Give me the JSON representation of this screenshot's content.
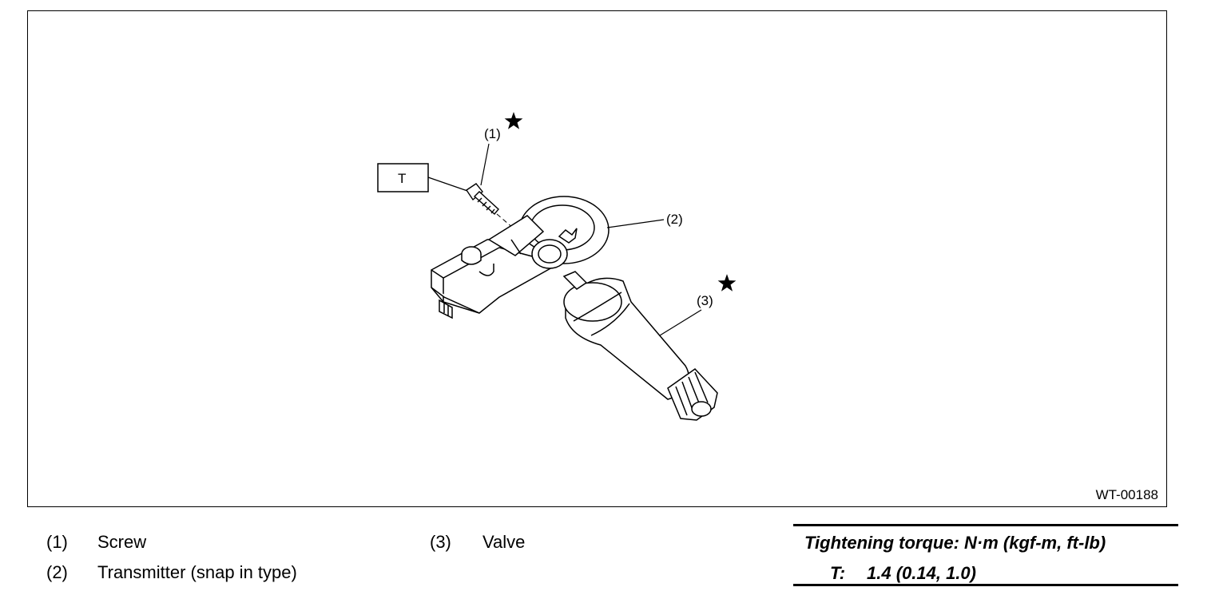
{
  "figure": {
    "id": "WT-00188",
    "callouts": {
      "c1": "(1)",
      "c2": "(2)",
      "c3": "(3)",
      "t": "T"
    }
  },
  "legend": {
    "items": [
      {
        "num": "(1)",
        "label": "Screw"
      },
      {
        "num": "(2)",
        "label": "Transmitter (snap in type)"
      },
      {
        "num": "(3)",
        "label": "Valve"
      }
    ]
  },
  "torque": {
    "title": "Tightening torque: N·m (kgf-m, ft-lb)",
    "key": "T:",
    "value": "1.4 (0.14, 1.0)"
  },
  "icons": [
    "star-icon",
    "screw-icon",
    "transmitter-icon",
    "valve-icon"
  ]
}
